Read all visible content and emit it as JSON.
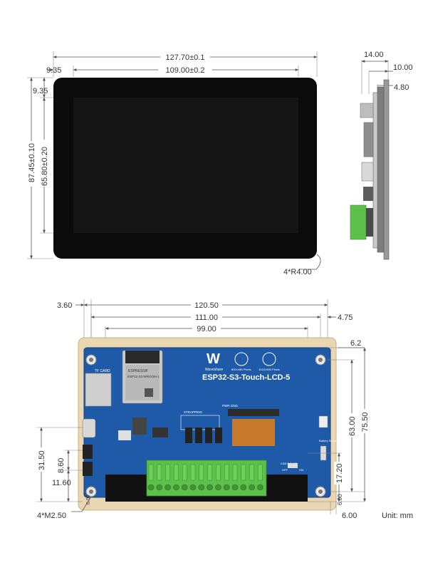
{
  "colors": {
    "pcb_blue": "#1f5aa8",
    "pcb_edge": "#153f7a",
    "terminal_green": "#5cc04a",
    "fpc_orange": "#c77a2c",
    "frame_tan": "#e9d6b3",
    "screen_black": "#0b0b0b"
  },
  "front_view": {
    "dim_overall_width": "127.70±0.1",
    "dim_active_width": "109.00±0.2",
    "dim_left_margin": "9.35",
    "dim_top_margin": "9.35",
    "dim_overall_height": "87.45±0.10",
    "dim_active_height": "65.80±0.20",
    "dim_corner_radius": "4*R4.00"
  },
  "side_view": {
    "dim_total_thickness": "14.00",
    "dim_panel_thickness": "10.00",
    "dim_glass_thickness": "4.80"
  },
  "back_view": {
    "dim_hole_offset_left": "3.60",
    "dim_hole_span_x": "120.50",
    "dim_board_span": "111.00",
    "dim_inner_span": "99.00",
    "dim_hole_offset_right": "4.75",
    "dim_top_offset": "6.2",
    "dim_hole_span_y": "75.50",
    "dim_pcb_height": "63.00",
    "dim_connector_height": "17.20",
    "dim_bottom_offset": "6.00",
    "dim_left_31": "31.50",
    "dim_left_8": "8.60",
    "dim_left_11": "11.60",
    "dim_left_6": "6.00",
    "dim_bottom_right": "6.00",
    "dim_mounting_holes": "4*M2.50",
    "unit_label": "Unit: mm",
    "board_name": "ESP32-S3-Touch-LCD-5",
    "brand": "Waveshare",
    "res_a": "800×480 Pixels",
    "res_b": "1024×600 Pixels",
    "tf_card": "TF CARD",
    "module_brand": "ESPRESSIF",
    "module_name": "ESP32-S3-WROOM-1",
    "battery_switch": "Battery Switch",
    "can_485": "CAN RS-485",
    "off_label": "OFF",
    "on_label": "ON",
    "pwr_gnd": "PWR GND",
    "strapping": "STRAPPING"
  }
}
